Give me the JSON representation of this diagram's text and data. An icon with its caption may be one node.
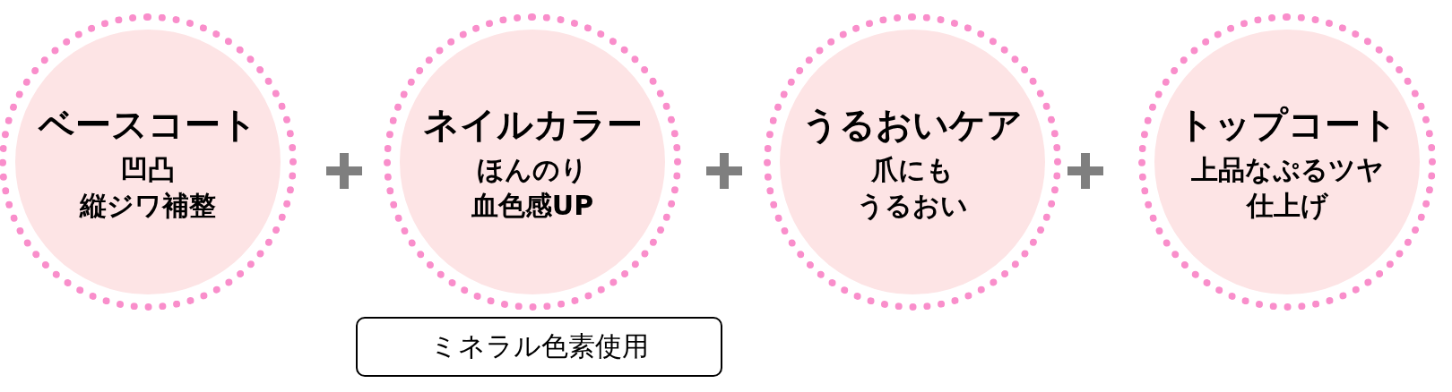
{
  "diagram": {
    "nodes": [
      {
        "text": [
          "ベースコート",
          "凹凸",
          "縦ジワ補整"
        ]
      },
      {
        "text": [
          "ネイルカラー",
          "ほんのり",
          "血色感UP"
        ]
      },
      {
        "text": [
          "うるおいケア",
          "爪にも",
          "うるおい"
        ]
      },
      {
        "text": [
          "トップコート",
          "上品なぷるツヤ",
          "仕上げ"
        ]
      },
      {
        "text": [
          "ミネラル色素使用"
        ]
      }
    ]
  }
}
